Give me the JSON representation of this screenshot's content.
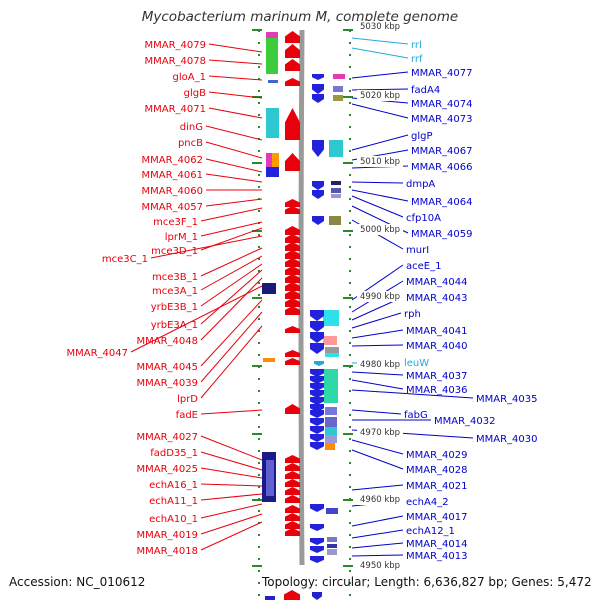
{
  "title": "Mycobacterium marinum M, complete genome",
  "accession": "Accession: NC_010612",
  "summary": "Topology: circular; Length: 6,636,827 bp; Genes: 5,472",
  "colors": {
    "left_label": "#e8000b",
    "right_label": "#0000cc",
    "rna_label": "#22aadd",
    "backbone": "#9a9a9a",
    "tick": "#2a8a2a"
  },
  "scale_labels": [
    "5030 kbp",
    "5020 kbp",
    "5010 kbp",
    "5000 kbp",
    "4990 kbp",
    "4980 kbp",
    "4970 kbp",
    "4960 kbp",
    "4950 kbp"
  ],
  "left_genes": [
    "MMAR_4079",
    "MMAR_4078",
    "gloA_1",
    "glgB",
    "MMAR_4071",
    "dinG",
    "pncB",
    "MMAR_4062",
    "MMAR_4061",
    "MMAR_4060",
    "MMAR_4057",
    "mce3F_1",
    "lprM_1",
    "mce3D_1",
    "mce3C_1",
    "mce3B_1",
    "mce3A_1",
    "yrbE3B_1",
    "yrbE3A_1",
    "MMAR_4048",
    "MMAR_4047",
    "MMAR_4045",
    "MMAR_4039",
    "lprD",
    "fadE",
    "MMAR_4027",
    "fadD35_1",
    "MMAR_4025",
    "echA16_1",
    "echA11_1",
    "echA10_1",
    "MMAR_4019",
    "MMAR_4018"
  ],
  "right_genes": [
    "rrl",
    "rrf",
    "MMAR_4077",
    "fadA4",
    "MMAR_4074",
    "MMAR_4073",
    "glgP",
    "MMAR_4067",
    "MMAR_4066",
    "dmpA",
    "MMAR_4064",
    "cfp10A",
    "MMAR_4059",
    "murI",
    "aceE_1",
    "MMAR_4044",
    "MMAR_4043",
    "rph",
    "MMAR_4041",
    "MMAR_4040",
    "leuW",
    "MMAR_4037",
    "MMAR_4036",
    "MMAR_4035",
    "fabG",
    "MMAR_4032",
    "MMAR_4030",
    "MMAR_4029",
    "MMAR_4028",
    "MMAR_4021",
    "echA4_2",
    "MMAR_4017",
    "echA12_1",
    "MMAR_4014",
    "MMAR_4013"
  ]
}
